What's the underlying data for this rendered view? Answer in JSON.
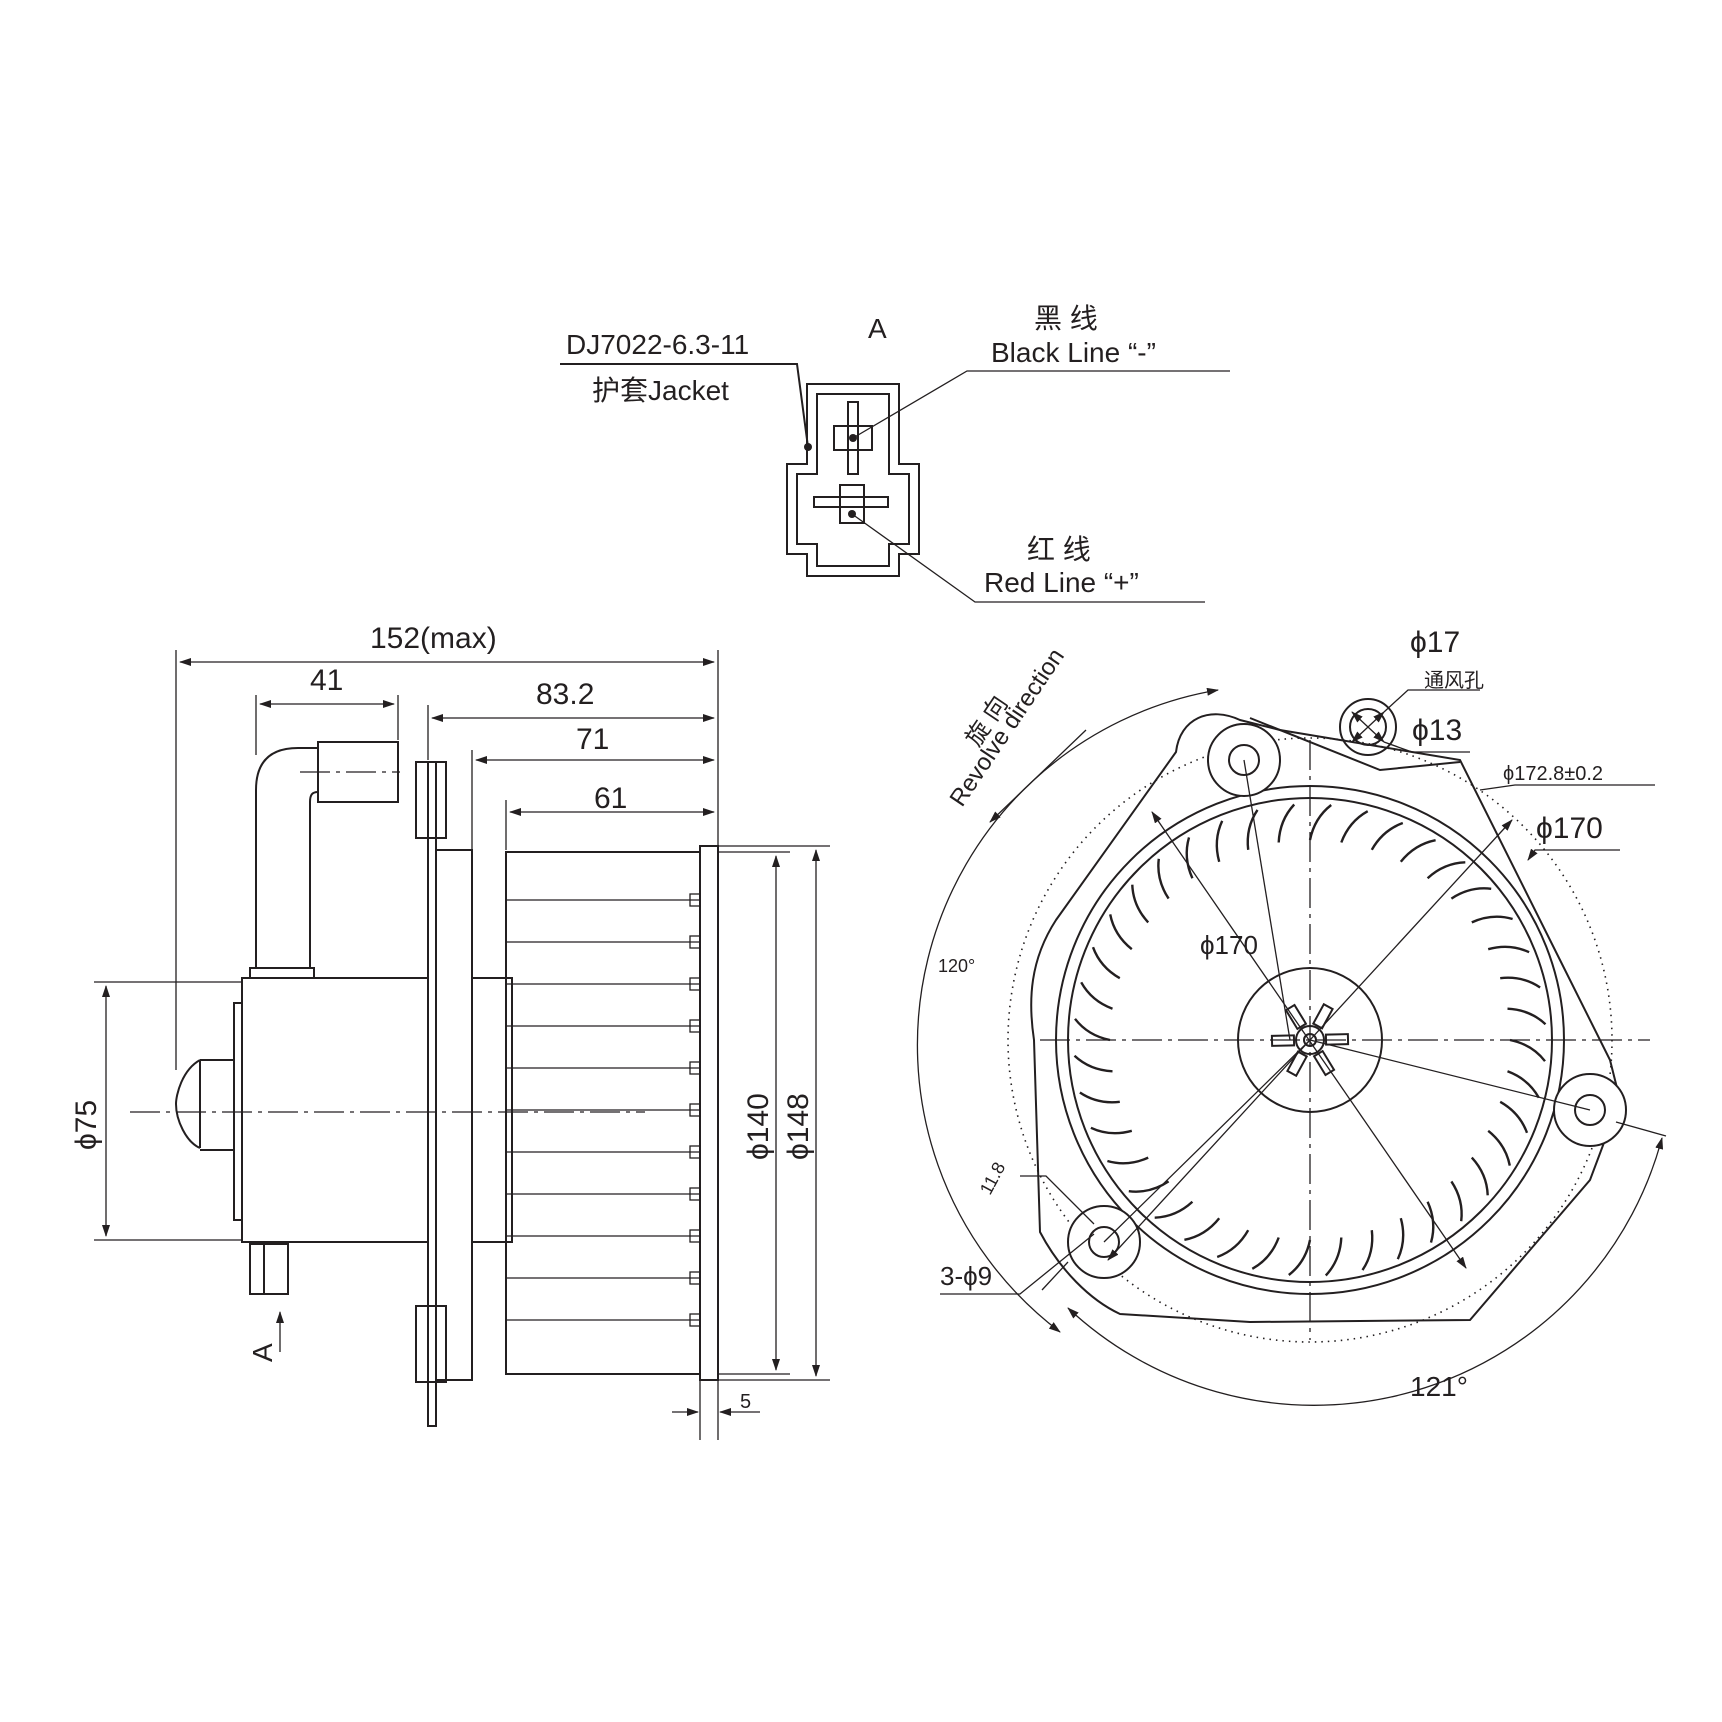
{
  "connector_view": {
    "view_label": "A",
    "part_number": "DJ7022-6.3-11",
    "jacket_label": "护套Jacket",
    "black_line_cn": "黑 线",
    "black_line_en": "Black Line “-”",
    "red_line_cn": "红 线",
    "red_line_en": "Red Line “+”"
  },
  "side_view": {
    "dim_overall": "152(max)",
    "dim_41": "41",
    "dim_83_2": "83.2",
    "dim_71": "71",
    "dim_61": "61",
    "dim_phi75": "ϕ75",
    "dim_phi140": "ϕ140",
    "dim_phi148": "ϕ148",
    "dim_5": "5",
    "view_arrow_label": "A"
  },
  "front_view": {
    "revolve_cn": "旋 向",
    "revolve_en": "Revolve direction",
    "dim_phi17": "ϕ17",
    "vent_hole_label": "通风孔",
    "dim_phi13": "ϕ13",
    "dim_phi172_8": "ϕ172.8±0.2",
    "dim_phi170_outer": "ϕ170",
    "dim_phi170_inner": "ϕ170",
    "angle_120": "120°",
    "dim_11_8": "11.8",
    "holes_3_phi9": "3-ϕ9",
    "angle_121": "121°"
  }
}
